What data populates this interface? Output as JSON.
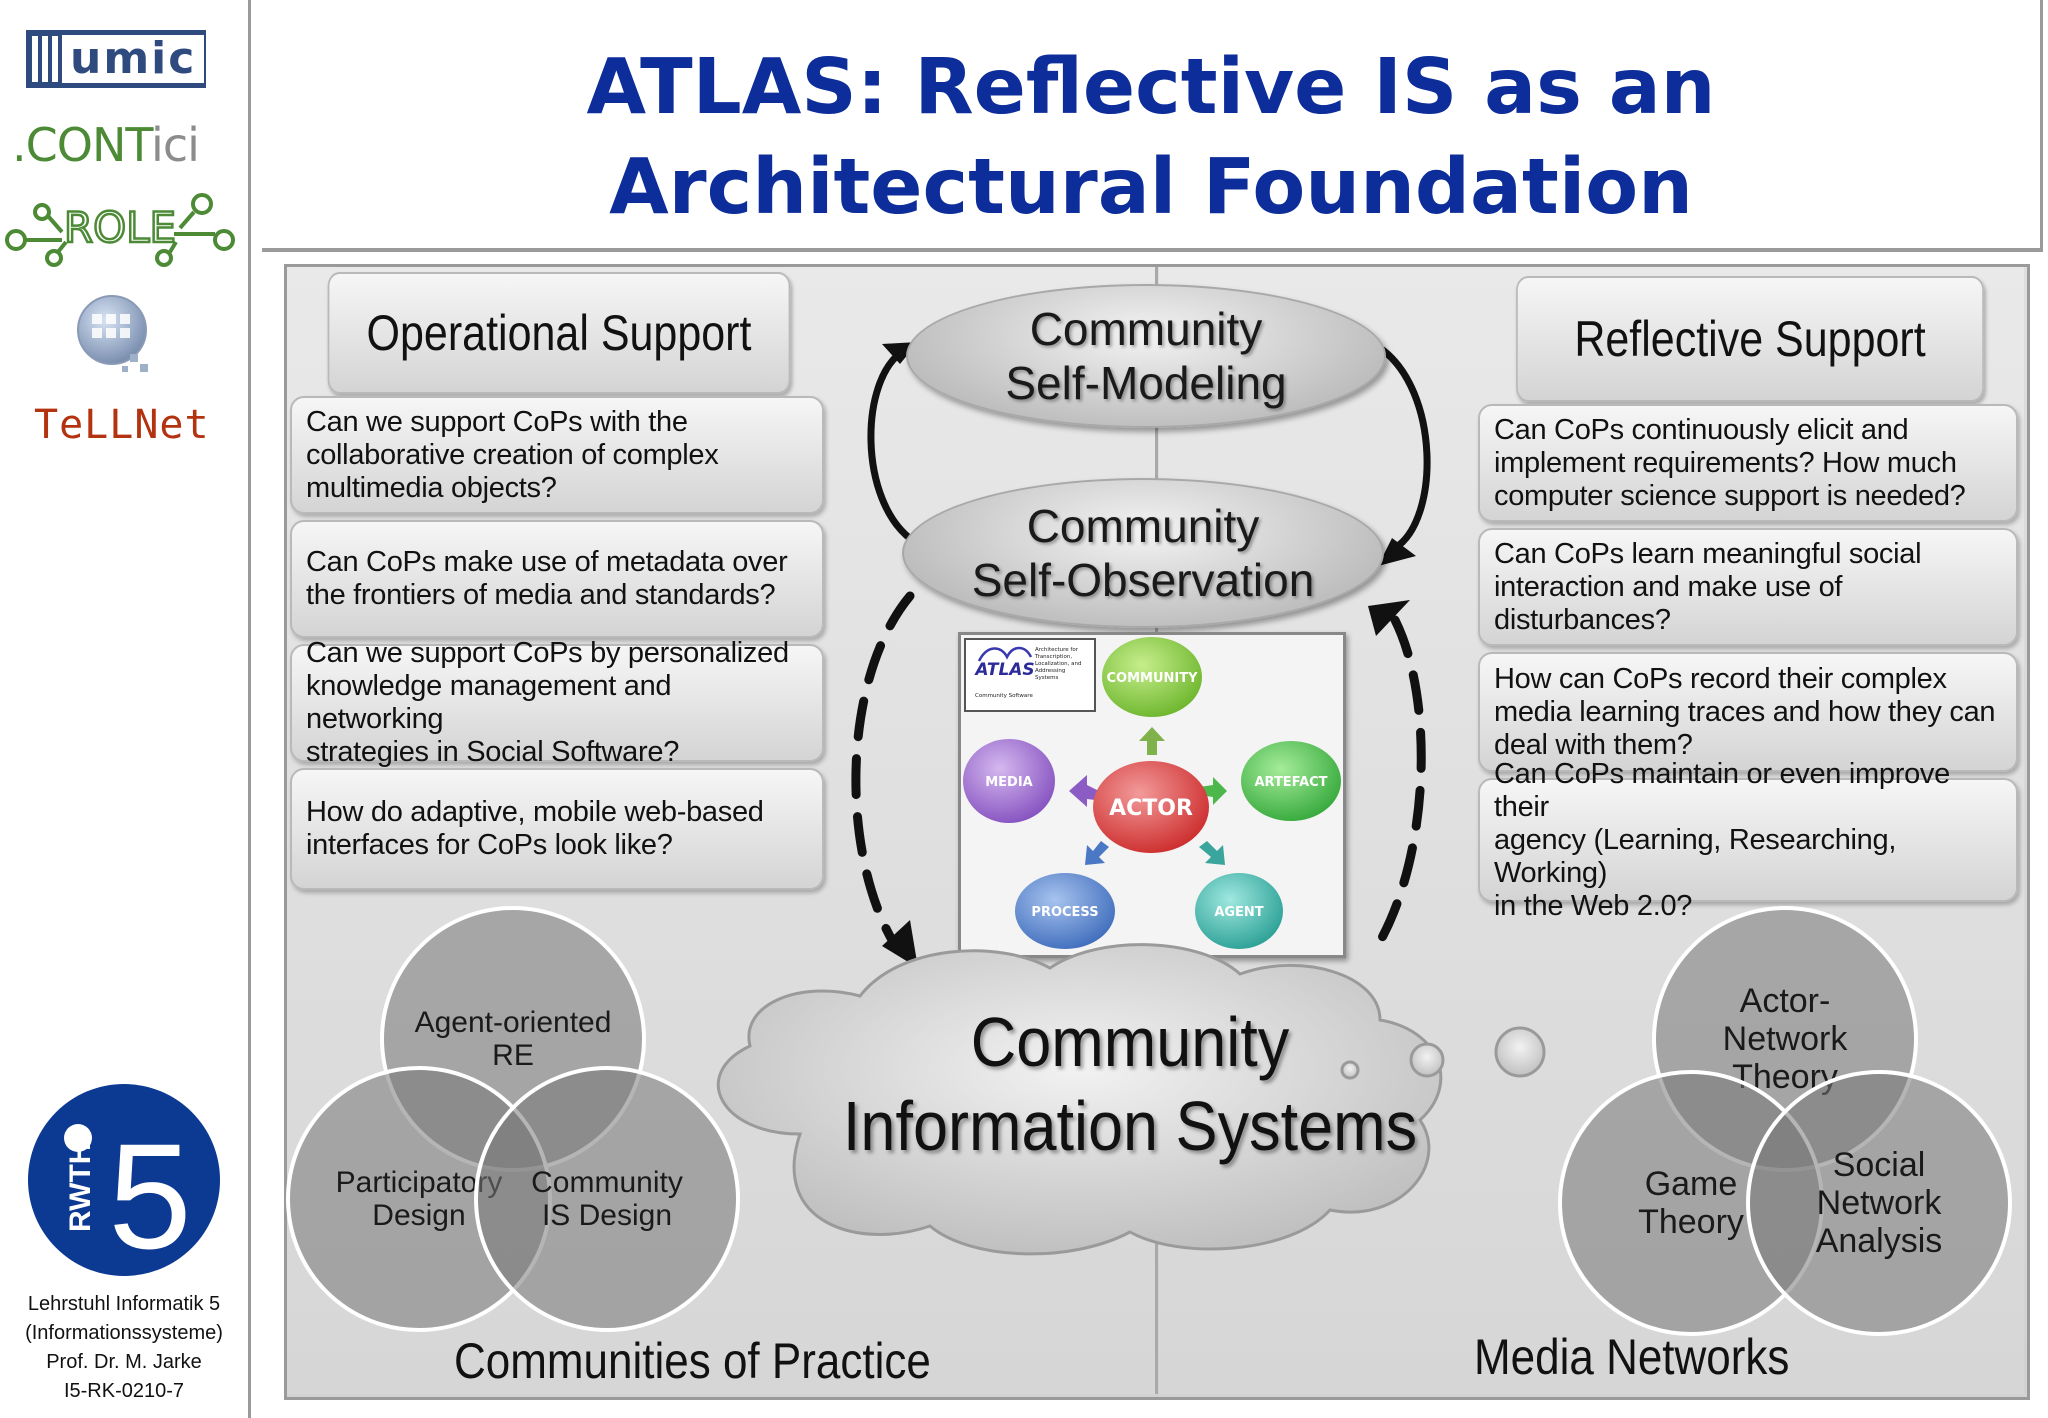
{
  "sidebar": {
    "logos": {
      "umic": "umic",
      "conticl_prefix": ".CONT",
      "conticl_suffix": "ici",
      "role": "ROLE",
      "tellnet": "TeLLNet",
      "rwth_text": "RWTH",
      "rwth_number": "5"
    },
    "chair_info": [
      "Lehrstuhl Informatik 5",
      "(Informationssysteme)",
      "Prof. Dr. M. Jarke",
      "I5-RK-0210-7"
    ]
  },
  "title": {
    "line1": "ATLAS: Reflective IS as an",
    "line2": "Architectural Foundation",
    "color": "#0c2d9a"
  },
  "operational": {
    "heading": "Operational Support",
    "questions": [
      [
        "Can we support CoPs with the",
        "collaborative creation of complex",
        "multimedia objects?"
      ],
      [
        "Can CoPs make use of metadata over",
        "the frontiers of media and standards?"
      ],
      [
        "Can we support CoPs by personalized",
        "knowledge management and networking",
        "strategies in Social Software?"
      ],
      [
        "How do adaptive, mobile web-based",
        "interfaces for CoPs look like?"
      ]
    ]
  },
  "reflective": {
    "heading": "Reflective Support",
    "questions": [
      [
        "Can CoPs continuously elicit and",
        "implement requirements? How much",
        "computer science support is needed?"
      ],
      [
        "Can CoPs learn meaningful social",
        "interaction and make use of",
        "disturbances?"
      ],
      [
        "How can CoPs record their complex",
        "media learning traces and how they can",
        "deal with them?"
      ],
      [
        "Can CoPs maintain or even improve their",
        "agency (Learning, Researching, Working)",
        "in the Web 2.0?"
      ]
    ]
  },
  "center": {
    "self_modeling": [
      "Community",
      "Self-Modeling"
    ],
    "self_observation": [
      "Community",
      "Self-Observation"
    ],
    "cloud": [
      "Community",
      "Information Systems"
    ]
  },
  "atlas_figure": {
    "logo": "ATLAS",
    "logo_caption": [
      "Architecture for",
      "Transcription,",
      "Localization, and",
      "Addressing",
      "Systems"
    ],
    "logo_subcaption": "Community Software",
    "nodes": {
      "community": "COMMUNITY",
      "artefact": "ARTEFACT",
      "agent": "AGENT",
      "process": "PROCESS",
      "media": "MEDIA",
      "actor": "ACTOR"
    }
  },
  "cop": {
    "label": "Communities of Practice",
    "circles": {
      "top": [
        "Agent-oriented",
        "RE"
      ],
      "left": [
        "Participatory",
        "Design"
      ],
      "right": [
        "Community",
        "IS Design"
      ]
    }
  },
  "media_networks": {
    "label": "Media Networks",
    "circles": {
      "top": [
        "Actor-",
        "Network",
        "Theory"
      ],
      "left": [
        "Game",
        "Theory"
      ],
      "right": [
        "Social",
        "Network",
        "Analysis"
      ]
    }
  }
}
